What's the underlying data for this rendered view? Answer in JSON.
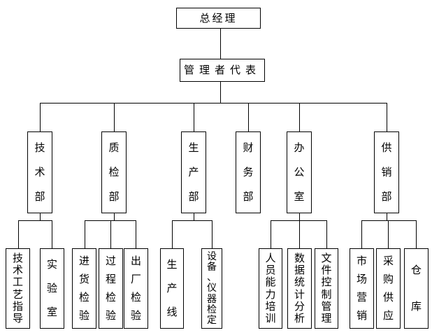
{
  "org": {
    "root": "总经理",
    "representative": "管理者代表",
    "departments": [
      {
        "label": "技术部",
        "children": [
          "技术工艺指导",
          "实验室"
        ]
      },
      {
        "label": "质检部",
        "children": [
          "进货检验",
          "过程检验",
          "出厂检验"
        ]
      },
      {
        "label": "生产部",
        "children": [
          "生产线",
          "设备、仪器检定"
        ]
      },
      {
        "label": "财务部",
        "children": []
      },
      {
        "label": "办公室",
        "children": [
          "人员能力培训",
          "数据统计分析",
          "文件控制管理"
        ]
      },
      {
        "label": "供销部",
        "children": [
          "市场营销",
          "采购供应",
          "仓库"
        ]
      }
    ],
    "colors": {
      "line": "#000000",
      "box_border": "#000000",
      "background": "#ffffff",
      "text": "#000000"
    }
  }
}
